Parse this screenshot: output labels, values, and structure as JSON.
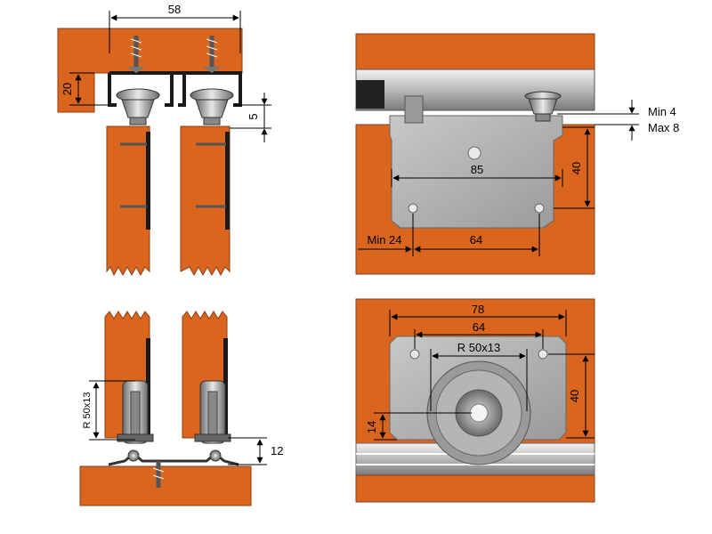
{
  "colors": {
    "wood": "#d9651f",
    "wood_edge": "#8a3d12",
    "metal_light": "#d6d6d6",
    "metal_mid": "#a9a9a9",
    "metal_dark": "#5a5a5a",
    "rail_black": "#1a1a1a"
  },
  "top_left": {
    "width_58": "58",
    "height_20": "20",
    "gap_5": "5"
  },
  "top_right": {
    "min_4": "Min 4",
    "max_8": "Max 8",
    "span_85": "85",
    "height_40": "40",
    "min_24": "Min 24",
    "span_64": "64"
  },
  "bottom_left": {
    "radius": "R 50x13",
    "gap_12": "12"
  },
  "bottom_right": {
    "span_78": "78",
    "span_64": "64",
    "radius": "R 50x13",
    "height_40": "40",
    "height_14": "14"
  }
}
